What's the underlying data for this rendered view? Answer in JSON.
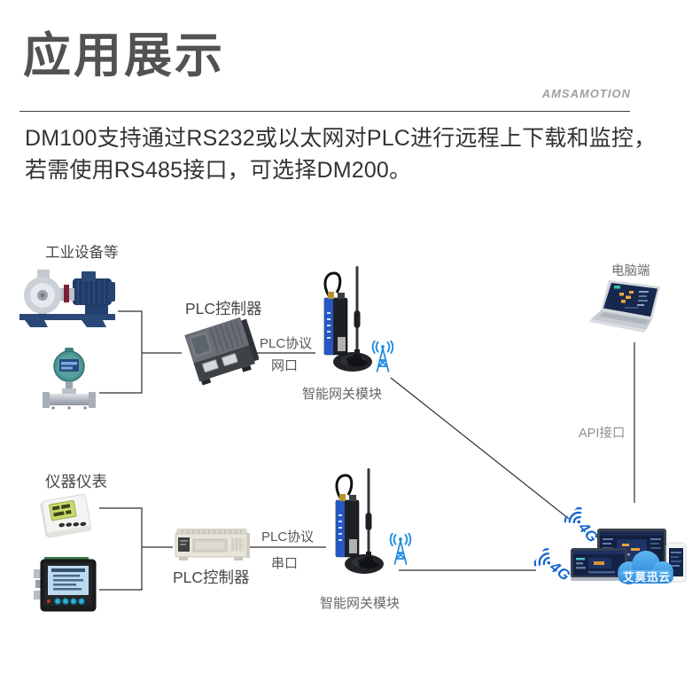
{
  "header": {
    "title": "应用展示",
    "brand": "AMSAMOTION",
    "description_line_1": "DM100支持通过RS232或以太网对PLC进行远程上下载和监控，",
    "description_line_2": "若需使用RS485接口，可选择DM200。"
  },
  "diagram": {
    "industrial_devices_label": "工业设备等",
    "plc_controller_top_label": "PLC控制器",
    "plc_protocol_top_label": "PLC协议",
    "port_top_label": "网口",
    "gateway_top_label": "智能网关模块",
    "pc_label": "电脑端",
    "api_label": "API接口",
    "instruments_label": "仪器仪表",
    "plc_controller_bottom_label": "PLC控制器",
    "plc_protocol_bottom_label": "PLC协议",
    "port_bottom_label": "串口",
    "gateway_bottom_label": "智能网关模块",
    "cloud_label": "艾莫迅云",
    "signal_4g_top": "4G",
    "signal_4g_bottom": "4G"
  },
  "icons": {
    "pump": "industrial-pump-image",
    "flow_meter": "flow-meter-image",
    "plc_dark": "plc-controller-dark-image",
    "plc_beige": "plc-controller-beige-image",
    "gateway": "gateway-module-image",
    "antenna_tower": "antenna-tower-icon",
    "laptop": "laptop-image",
    "panel_meter": "panel-meter-image",
    "digital_meter": "digital-meter-image",
    "cloud": "cloud-icon",
    "signal": "4g-signal-icon"
  },
  "colors": {
    "accent_blue": "#1d87dd",
    "signal_blue": "#1566cf",
    "cloud_blue": "#3b93dd",
    "line_color": "#2d2d2d",
    "title_gray": "#525254"
  }
}
